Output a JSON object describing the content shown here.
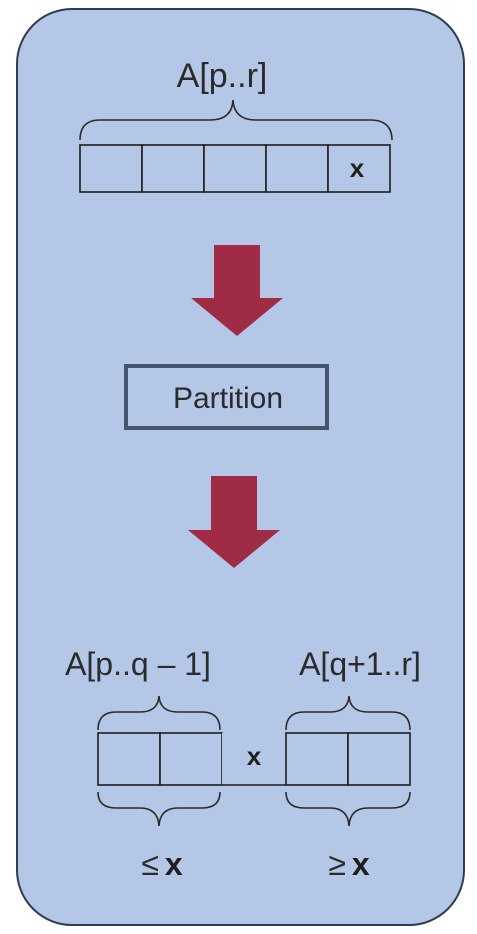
{
  "top": {
    "label": "A[p..r]",
    "cell_count": 5,
    "pivot": "x"
  },
  "process": {
    "label": "Partition"
  },
  "bottom": {
    "left_label": "A[p..q – 1]",
    "right_label": "A[q+1..r]",
    "left_cell_count": 2,
    "right_cell_count": 2,
    "pivot": "x",
    "left_condition_symbol": "≤",
    "left_condition_var": "x",
    "right_condition_symbol": "≥",
    "right_condition_var": "x"
  },
  "colors": {
    "panel_fill": "#b4c7e7",
    "arrow": "#a02b45",
    "partition_border": "#44546a"
  }
}
